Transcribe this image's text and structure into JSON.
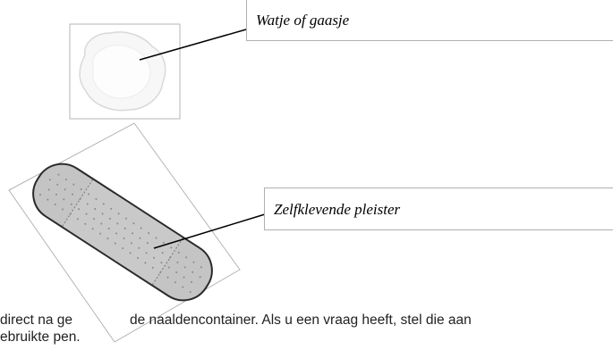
{
  "labels": {
    "cotton": "Watje of gaasje",
    "plaster": "Zelfklevende pleister"
  },
  "body_text": {
    "line1_left": "direct na ge",
    "line1_right": "de naaldencontainer. Als u een vraag heeft, stel die aan",
    "line2": "ebruikte pen."
  },
  "colors": {
    "plaster_fill": "#c4c4c4",
    "plaster_dots": "#8a8a8a",
    "frame": "#b5b5b5"
  }
}
